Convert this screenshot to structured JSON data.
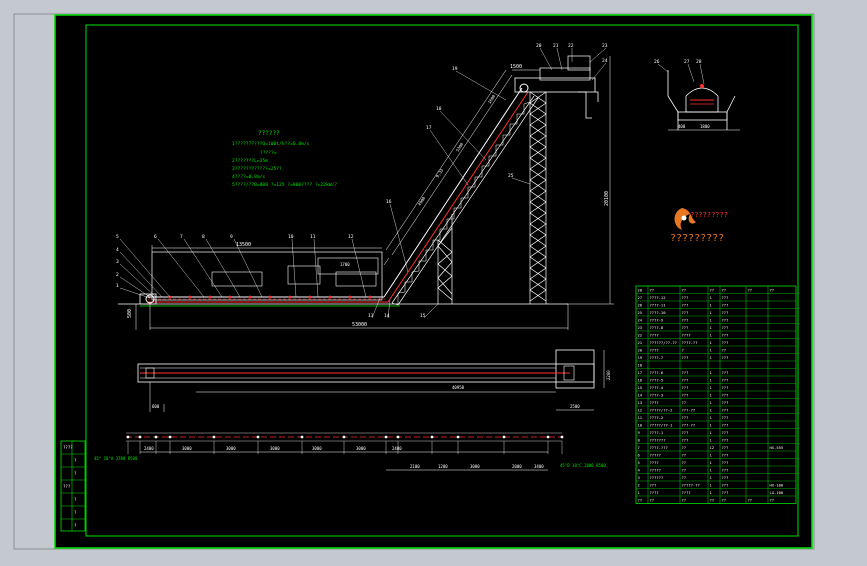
{
  "drawing": {
    "notes": {
      "title": "??????",
      "lines": [
        "1??????????Q=100t/h??=0.8m/s",
        "?????=",
        "2???????L=35m",
        "3???????????+=25??",
        "4????=0.8m/s",
        "5????/??B=800 ?=125 ?=800???? ?=22kW/?"
      ]
    },
    "dimensions": {
      "top_width": "1500",
      "right_height": "20100",
      "bottom_length": "53000",
      "left_height": "500",
      "left_span": "13500",
      "incline_a": "4900",
      "incline_b": "5300",
      "incline_c": "1600",
      "incline_d": "9,33",
      "horizontal_mid": "1700",
      "plan_length": "40950",
      "plan_width": "2200",
      "plan_left": "600",
      "plan_right": "2500",
      "section_dim_a": "400",
      "section_dim_b": "1800",
      "elev_spacings": [
        "2400",
        "3000",
        "3000",
        "3000",
        "3000",
        "3000",
        "2400",
        "2100",
        "1200",
        "3000",
        "2000",
        "3400"
      ],
      "elev_left_note": "45° 10°A 3700 R500",
      "elev_right_note": "45°B 10°C 2000 R500"
    },
    "part_numbers": {
      "elevation": [
        "1",
        "2",
        "3",
        "4",
        "5",
        "6",
        "7",
        "8",
        "9",
        "10",
        "11",
        "12",
        "13",
        "14",
        "15",
        "16",
        "17",
        "18",
        "19",
        "20",
        "21",
        "22",
        "23",
        "24",
        "25"
      ],
      "section": [
        "26",
        "27",
        "28"
      ]
    },
    "logo": {
      "text": "?????????",
      "caption": "?????????",
      "accent": "#e87722"
    },
    "parts_table": {
      "header": [
        "28",
        "??",
        "??",
        "??",
        "??",
        "??",
        "??"
      ],
      "rows": [
        [
          "27",
          "????-12",
          "???",
          "1",
          "???",
          "",
          ""
        ],
        [
          "26",
          "????-11",
          "???",
          "1",
          "???",
          "",
          ""
        ],
        [
          "25",
          "????-10",
          "???",
          "1",
          "???",
          "",
          ""
        ],
        [
          "24",
          "????-9",
          "???",
          "1",
          "???",
          "",
          ""
        ],
        [
          "23",
          "????-8",
          "???",
          "1",
          "???",
          "",
          ""
        ],
        [
          "22",
          "????",
          "????",
          "1",
          "???",
          "",
          ""
        ],
        [
          "21",
          "??????/??-??",
          "????-??",
          "1",
          "???",
          "",
          ""
        ],
        [
          "20",
          "????",
          "?",
          "1",
          "??",
          "",
          ""
        ],
        [
          "19",
          "????-7",
          "???",
          "1",
          "???",
          "",
          ""
        ],
        [
          "18",
          "",
          "",
          "",
          "",
          "",
          ""
        ],
        [
          "17",
          "????-6",
          "???",
          "1",
          "???",
          "",
          ""
        ],
        [
          "16",
          "????-5",
          "???",
          "1",
          "???",
          "",
          ""
        ],
        [
          "15",
          "????-4",
          "???",
          "1",
          "???",
          "",
          ""
        ],
        [
          "14",
          "????-3",
          "???",
          "1",
          "???",
          "",
          ""
        ],
        [
          "13",
          "????",
          "??",
          "1",
          "???",
          "",
          ""
        ],
        [
          "12",
          "?????/??-2",
          "???-??",
          "1",
          "???",
          "",
          ""
        ],
        [
          "11",
          "????-2",
          "???",
          "1",
          "???",
          "",
          ""
        ],
        [
          "10",
          "?????/??-1",
          "???-??",
          "1",
          "???",
          "",
          ""
        ],
        [
          "9",
          "????-1",
          "???",
          "1",
          "???",
          "",
          ""
        ],
        [
          "8",
          "???????",
          "???",
          "1",
          "???",
          "",
          ""
        ],
        [
          "7",
          "????-???",
          "??",
          "12",
          "???",
          "",
          "HX-555"
        ],
        [
          "6",
          "?????",
          "??",
          "1",
          "???",
          "",
          ""
        ],
        [
          "5",
          "????",
          "??",
          "1",
          "???",
          "",
          ""
        ],
        [
          "4",
          "?????",
          "??",
          "1",
          "???",
          "",
          ""
        ],
        [
          "3",
          "??????",
          "??",
          "1",
          "???",
          "",
          ""
        ],
        [
          "2",
          "???",
          "?????-??",
          "1",
          "???",
          "",
          "HX-100"
        ],
        [
          "1",
          "????",
          "????",
          "1",
          "???",
          "",
          "LG-100"
        ]
      ],
      "footer": [
        "??",
        "??",
        "??",
        "??",
        "??",
        "??",
        "??"
      ]
    },
    "left_stamp": [
      "????",
      "?",
      "?",
      "???",
      "?",
      "?",
      "?"
    ]
  }
}
